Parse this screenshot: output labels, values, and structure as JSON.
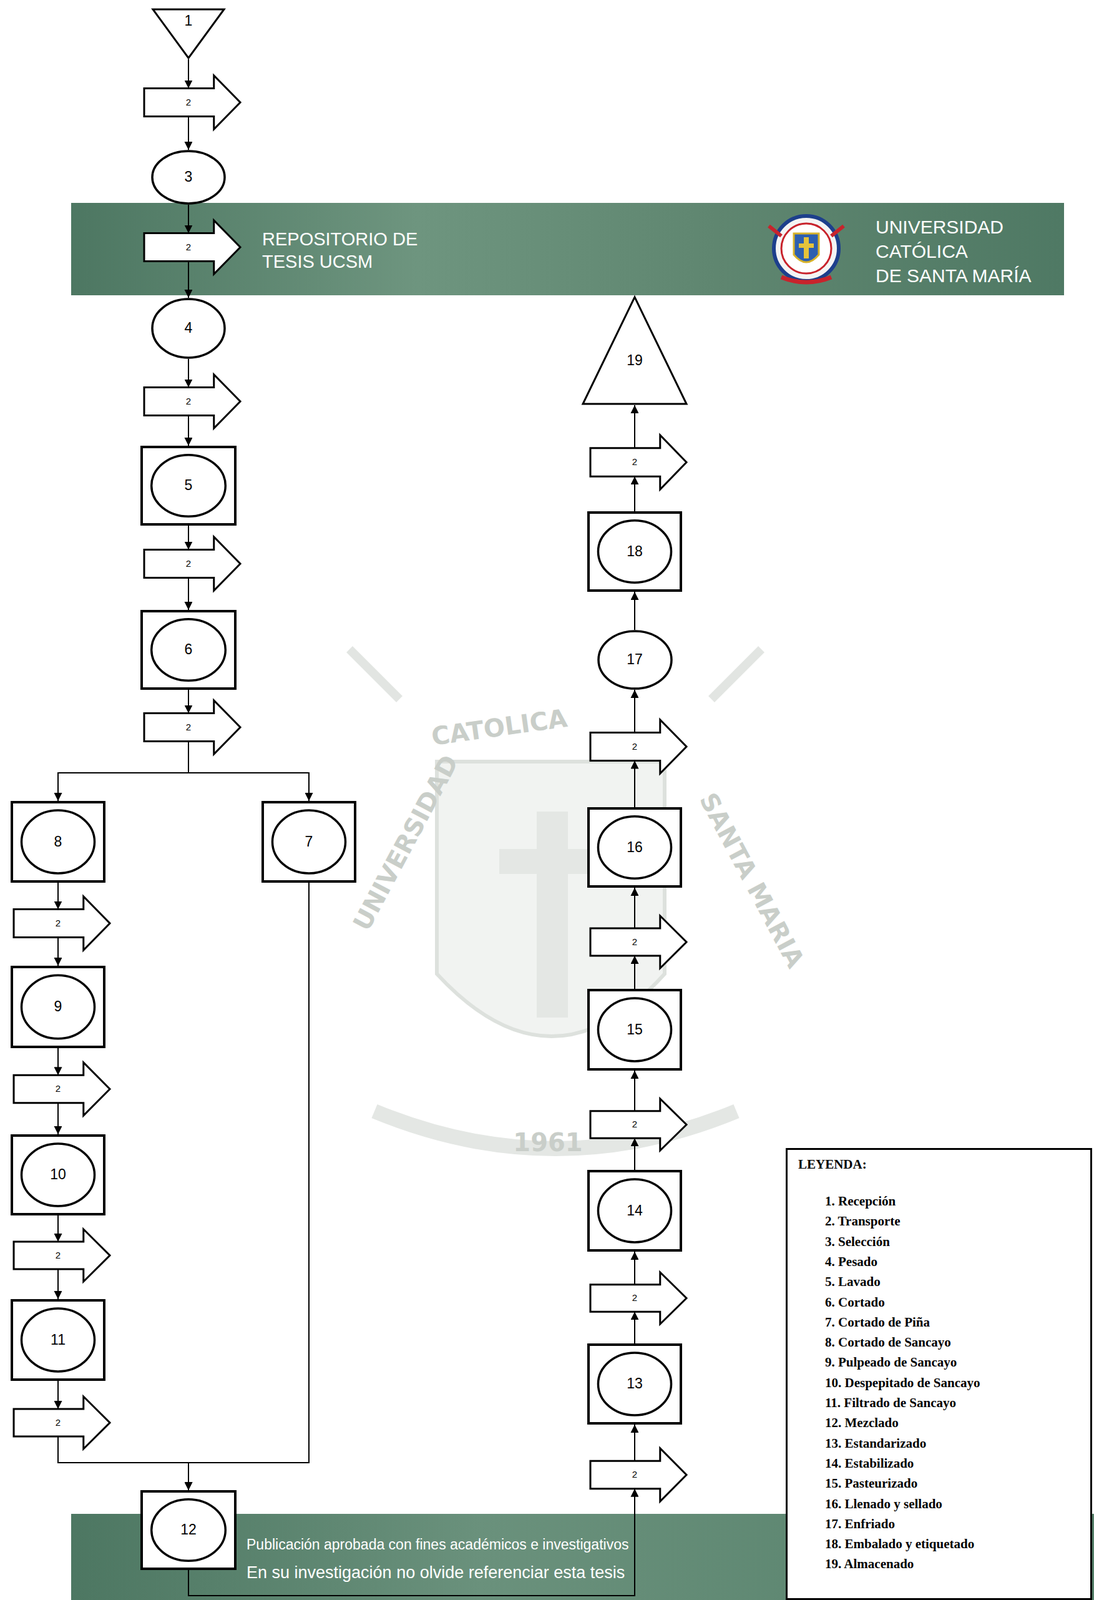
{
  "diagram": {
    "nodes": [
      {
        "text": [
          "1"
        ]
      },
      {
        "text": [
          "2"
        ]
      },
      {
        "text": [
          "3"
        ]
      },
      {
        "text": [
          "2"
        ]
      },
      {
        "text": [
          "4"
        ]
      },
      {
        "text": [
          "2"
        ]
      },
      {
        "text": [
          "5"
        ]
      },
      {
        "text": [
          "2"
        ]
      },
      {
        "text": [
          "6"
        ]
      },
      {
        "text": [
          "2"
        ]
      },
      {
        "text": [
          "8"
        ]
      },
      {
        "text": [
          "7"
        ]
      },
      {
        "text": [
          "2"
        ]
      },
      {
        "text": [
          "9"
        ]
      },
      {
        "text": [
          "2"
        ]
      },
      {
        "text": [
          "10"
        ]
      },
      {
        "text": [
          "2"
        ]
      },
      {
        "text": [
          "11"
        ]
      },
      {
        "text": [
          "2"
        ]
      },
      {
        "text": [
          "12"
        ]
      },
      {
        "text": [
          "2"
        ]
      },
      {
        "text": [
          "13"
        ]
      },
      {
        "text": [
          "2"
        ]
      },
      {
        "text": [
          "14"
        ]
      },
      {
        "text": [
          "2"
        ]
      },
      {
        "text": [
          "15"
        ]
      },
      {
        "text": [
          "2"
        ]
      },
      {
        "text": [
          "16"
        ]
      },
      {
        "text": [
          "2"
        ]
      },
      {
        "text": [
          "17"
        ]
      },
      {
        "text": [
          "18"
        ]
      },
      {
        "text": [
          "2"
        ]
      },
      {
        "text": [
          "19"
        ]
      }
    ],
    "edges": [
      {
        "from": 0,
        "to": 1,
        "arrow": "to"
      },
      {
        "from": 1,
        "to": 2,
        "arrow": "to"
      },
      {
        "from": 2,
        "to": 3,
        "arrow": "to"
      },
      {
        "from": 3,
        "to": 4,
        "arrow": "to"
      },
      {
        "from": 4,
        "to": 5,
        "arrow": "to"
      },
      {
        "from": 5,
        "to": 6,
        "arrow": "to"
      },
      {
        "from": 6,
        "to": 7,
        "arrow": "to"
      },
      {
        "from": 7,
        "to": 8,
        "arrow": "to"
      },
      {
        "from": 8,
        "to": 9,
        "arrow": "to"
      },
      {
        "from": 9,
        "to": 10,
        "arrow": "to"
      },
      {
        "from": 9,
        "to": 11,
        "arrow": "to"
      },
      {
        "from": 10,
        "to": 12,
        "arrow": "to"
      },
      {
        "from": 12,
        "to": 13,
        "arrow": "to"
      },
      {
        "from": 13,
        "to": 14,
        "arrow": "to"
      },
      {
        "from": 14,
        "to": 15,
        "arrow": "to"
      },
      {
        "from": 15,
        "to": 16,
        "arrow": "to"
      },
      {
        "from": 16,
        "to": 17,
        "arrow": "to"
      },
      {
        "from": 17,
        "to": 18,
        "arrow": "to"
      },
      {
        "from": 18,
        "to": 19,
        "arrow": "to"
      },
      {
        "from": 11,
        "to": 19,
        "arrow": "to"
      },
      {
        "from": 19,
        "to": 20,
        "arrow": "to"
      },
      {
        "from": 20,
        "to": 21,
        "arrow": "to"
      },
      {
        "from": 21,
        "to": 22,
        "arrow": "to"
      },
      {
        "from": 22,
        "to": 23,
        "arrow": "to"
      },
      {
        "from": 23,
        "to": 24,
        "arrow": "to"
      },
      {
        "from": 24,
        "to": 25,
        "arrow": "to"
      },
      {
        "from": 25,
        "to": 26,
        "arrow": "to"
      },
      {
        "from": 26,
        "to": 27,
        "arrow": "to"
      },
      {
        "from": 27,
        "to": 28,
        "arrow": "to"
      },
      {
        "from": 28,
        "to": 29,
        "arrow": "to"
      },
      {
        "from": 29,
        "to": 30,
        "arrow": "to"
      },
      {
        "from": 30,
        "to": 31,
        "arrow": "to"
      },
      {
        "from": 31,
        "to": 32,
        "arrow": "to"
      }
    ],
    "labels": [
      "REPOSITORIO DE TESIS UCSM",
      "UNIVERSIDAD",
      "CATÓLICA",
      "DE SANTA MARÍA",
      "UNIVERSIDAD",
      "CATOLICA",
      "SANTA MARIA",
      "1961",
      "LEYENDA:",
      "Publicación aprobada con fines académicos e investigativos",
      "En su investigación no olvide referenciar esta tesis"
    ],
    "legend": [
      {
        "text": "1. Recepción"
      },
      {
        "text": "2. Transporte"
      },
      {
        "text": "3. Selección"
      },
      {
        "text": "4. Pesado"
      },
      {
        "text": "5. Lavado"
      },
      {
        "text": "6. Cortado"
      },
      {
        "text": "7. Cortado de Piña"
      },
      {
        "text": "8. Cortado de Sancayo"
      },
      {
        "text": "9. Pulpeado de Sancayo"
      },
      {
        "text": "10. Despepitado de Sancayo"
      },
      {
        "text": "11. Filtrado de Sancayo"
      },
      {
        "text": "12. Mezclado"
      },
      {
        "text": "13. Estandarizado"
      },
      {
        "text": "14. Estabilizado"
      },
      {
        "text": "15. Pasteurizado"
      },
      {
        "text": "16. Llenado y sellado"
      },
      {
        "text": "17. Enfriado"
      },
      {
        "text": "18. Embalado y etiquetado"
      },
      {
        "text": "19. Almacenado"
      }
    ]
  }
}
